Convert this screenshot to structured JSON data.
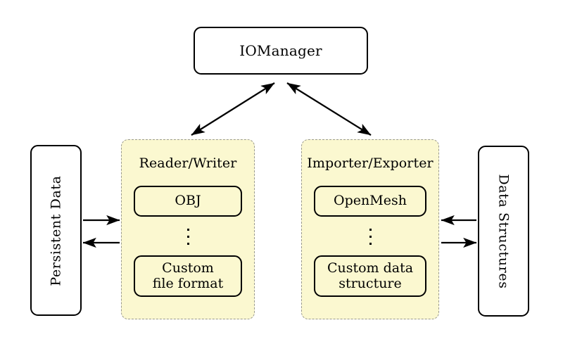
{
  "diagram": {
    "title": "IOManager",
    "manager": {
      "label": "IOManager"
    },
    "left_endpoint": {
      "label": "Persistent Data"
    },
    "right_endpoint": {
      "label": "Data Structures"
    },
    "groups": [
      {
        "id": "reader-writer",
        "title": "Reader/Writer",
        "items": [
          {
            "label": "OBJ"
          },
          {
            "label": "⋮"
          },
          {
            "label": "Custom\nfile format",
            "line1": "Custom",
            "line2": "file format"
          }
        ]
      },
      {
        "id": "importer-exporter",
        "title": "Importer/Exporter",
        "items": [
          {
            "label": "OpenMesh"
          },
          {
            "label": "⋮"
          },
          {
            "label": "Custom data\nstructure",
            "line1": "Custom data",
            "line2": "structure"
          }
        ]
      }
    ],
    "connections": [
      {
        "name": "manager-to-reader-writer",
        "style": "double-headed",
        "direction": "diagonal-left"
      },
      {
        "name": "manager-to-importer-exporter",
        "style": "double-headed",
        "direction": "diagonal-right"
      },
      {
        "name": "persistent-data-to-reader-writer",
        "style": "single-headed",
        "direction": "right"
      },
      {
        "name": "reader-writer-to-persistent-data",
        "style": "single-headed",
        "direction": "left"
      },
      {
        "name": "data-structures-to-importer-exporter",
        "style": "single-headed",
        "direction": "left"
      },
      {
        "name": "importer-exporter-to-data-structures",
        "style": "single-headed",
        "direction": "right"
      }
    ],
    "colors": {
      "group_fill": "#FBF8D0",
      "group_border": "#9A9A8E",
      "node_border": "#000000",
      "node_fill": "#FFFFFF",
      "background": "#FFFFFF",
      "text": "#000000",
      "arrow": "#000000"
    }
  }
}
